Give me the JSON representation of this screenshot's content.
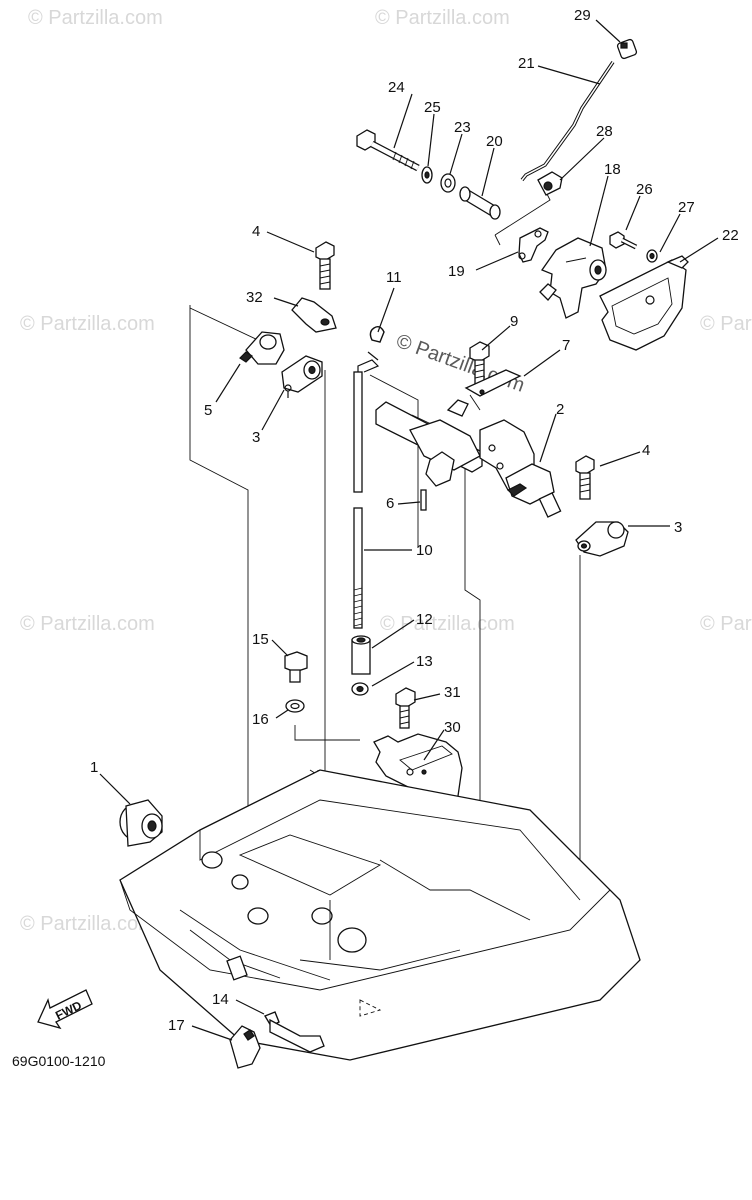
{
  "diagram": {
    "reference_code": "69G0100-1210",
    "fwd_label": "FWD",
    "watermark_text": "© Partzilla.com",
    "callouts": [
      "1",
      "2",
      "3",
      "3",
      "4",
      "4",
      "5",
      "6",
      "7",
      "9",
      "10",
      "11",
      "12",
      "13",
      "14",
      "15",
      "16",
      "17",
      "18",
      "19",
      "20",
      "21",
      "22",
      "23",
      "24",
      "25",
      "26",
      "27",
      "28",
      "29",
      "30",
      "31",
      "32"
    ]
  }
}
